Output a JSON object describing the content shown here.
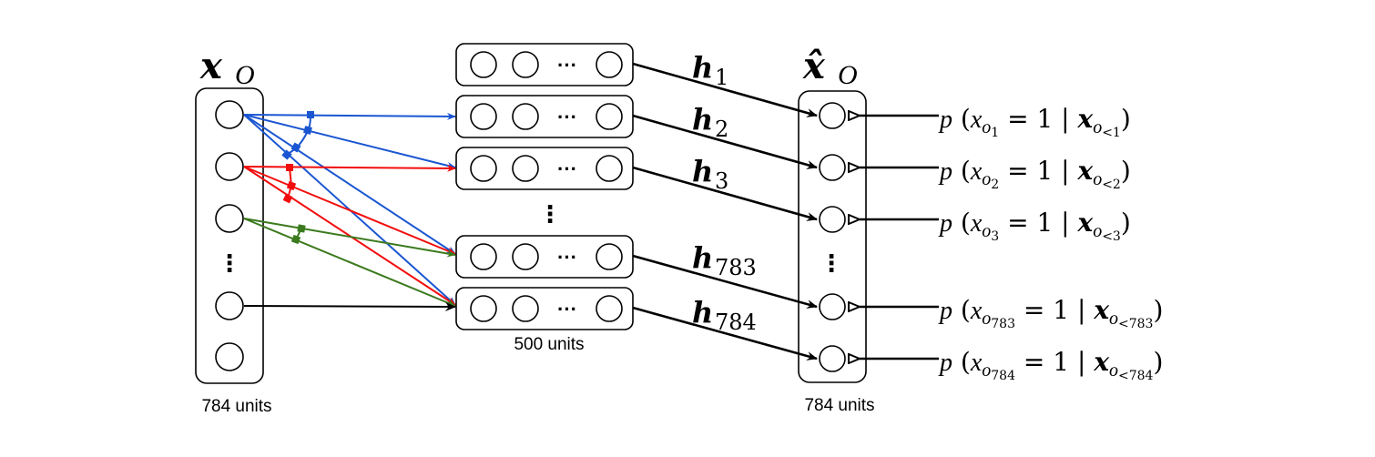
{
  "input_layer": {
    "label_main": "x",
    "label_sub": "O",
    "units_label": "784 units",
    "ellipsis": "⋮"
  },
  "hidden_layer": {
    "units_label": "500 units",
    "row_ellipsis": "···",
    "ellipsis": "⋮",
    "h_labels": [
      {
        "main": "h",
        "sub": "1"
      },
      {
        "main": "h",
        "sub": "2"
      },
      {
        "main": "h",
        "sub": "3"
      },
      {
        "main": "h",
        "sub": "783"
      },
      {
        "main": "h",
        "sub": "784"
      }
    ]
  },
  "output_layer": {
    "label_main": "x̂",
    "label_sub": "O",
    "units_label": "784 units",
    "ellipsis": "⋮"
  },
  "probabilities": [
    {
      "p": "p",
      "open": "(",
      "x": "x",
      "o": "o",
      "idx": "1",
      "eq": "= 1 |",
      "bx": "x",
      "bo": "o",
      "cond": "<1",
      "close": ")"
    },
    {
      "p": "p",
      "open": "(",
      "x": "x",
      "o": "o",
      "idx": "2",
      "eq": "= 1 |",
      "bx": "x",
      "bo": "o",
      "cond": "<2",
      "close": ")"
    },
    {
      "p": "p",
      "open": "(",
      "x": "x",
      "o": "o",
      "idx": "3",
      "eq": "= 1 |",
      "bx": "x",
      "bo": "o",
      "cond": "<3",
      "close": ")"
    },
    {
      "p": "p",
      "open": "(",
      "x": "x",
      "o": "o",
      "idx": "783",
      "eq": "= 1 |",
      "bx": "x",
      "bo": "o",
      "cond": "<783",
      "close": ")"
    },
    {
      "p": "p",
      "open": "(",
      "x": "x",
      "o": "o",
      "idx": "784",
      "eq": "= 1 |",
      "bx": "x",
      "bo": "o",
      "cond": "<784",
      "close": ")"
    }
  ],
  "colors": {
    "blue": "#1a56d1",
    "red": "#f20d0d",
    "green": "#3b7a1e",
    "black": "#000000"
  }
}
